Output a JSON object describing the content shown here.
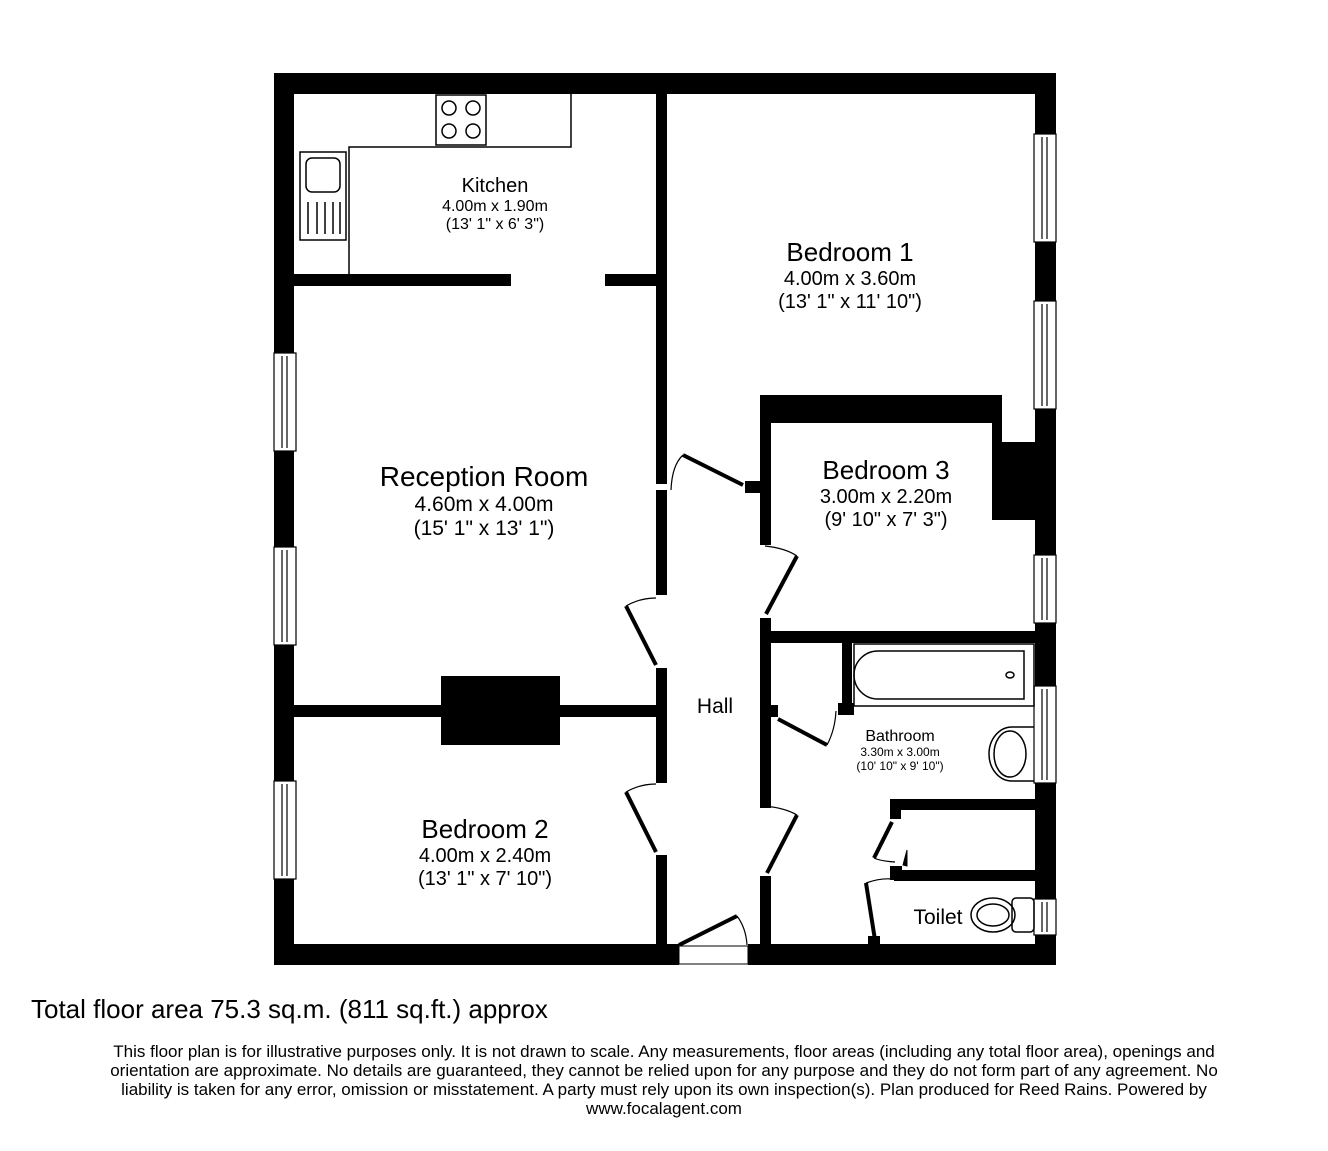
{
  "floorplan": {
    "rooms": [
      {
        "id": "kitchen",
        "name": "Kitchen",
        "metric": "4.00m x 1.90m",
        "imperial": "(13' 1\" x 6' 3\")"
      },
      {
        "id": "bedroom1",
        "name": "Bedroom 1",
        "metric": "4.00m x 3.60m",
        "imperial": "(13' 1\" x 11' 10\")"
      },
      {
        "id": "reception",
        "name": "Reception Room",
        "metric": "4.60m x 4.00m",
        "imperial": "(15' 1\" x 13' 1\")"
      },
      {
        "id": "bedroom3",
        "name": "Bedroom 3",
        "metric": "3.00m x 2.20m",
        "imperial": "(9' 10\" x 7' 3\")"
      },
      {
        "id": "hall",
        "name": "Hall"
      },
      {
        "id": "bathroom",
        "name": "Bathroom",
        "metric": "3.30m x 3.00m",
        "imperial": "(10' 10\" x 9' 10\")"
      },
      {
        "id": "bedroom2",
        "name": "Bedroom 2",
        "metric": "4.00m x 2.40m",
        "imperial": "(13' 1\" x 7' 10\")"
      },
      {
        "id": "toilet",
        "name": "Toilet"
      }
    ],
    "fixtures": [
      "hob-icon",
      "sink-icon",
      "bath-icon",
      "basin-icon",
      "wc-icon",
      "chimney-breast",
      "window",
      "door-swing"
    ],
    "wall_color": "#000000",
    "background": "#ffffff"
  },
  "footer": {
    "total_area": "Total floor area 75.3 sq.m. (811 sq.ft.) approx",
    "disclaimer_lines": [
      "This floor plan is for illustrative purposes only. It is not drawn to scale. Any measurements, floor areas (including any total floor area), openings and",
      "orientation are approximate. No details are guaranteed, they cannot be relied upon for any purpose and they do not form part of any agreement. No",
      "liability is taken for any error, omission or misstatement. A party must rely upon its own inspection(s). Plan produced for Reed Rains. Powered by",
      "www.focalagent.com"
    ]
  }
}
